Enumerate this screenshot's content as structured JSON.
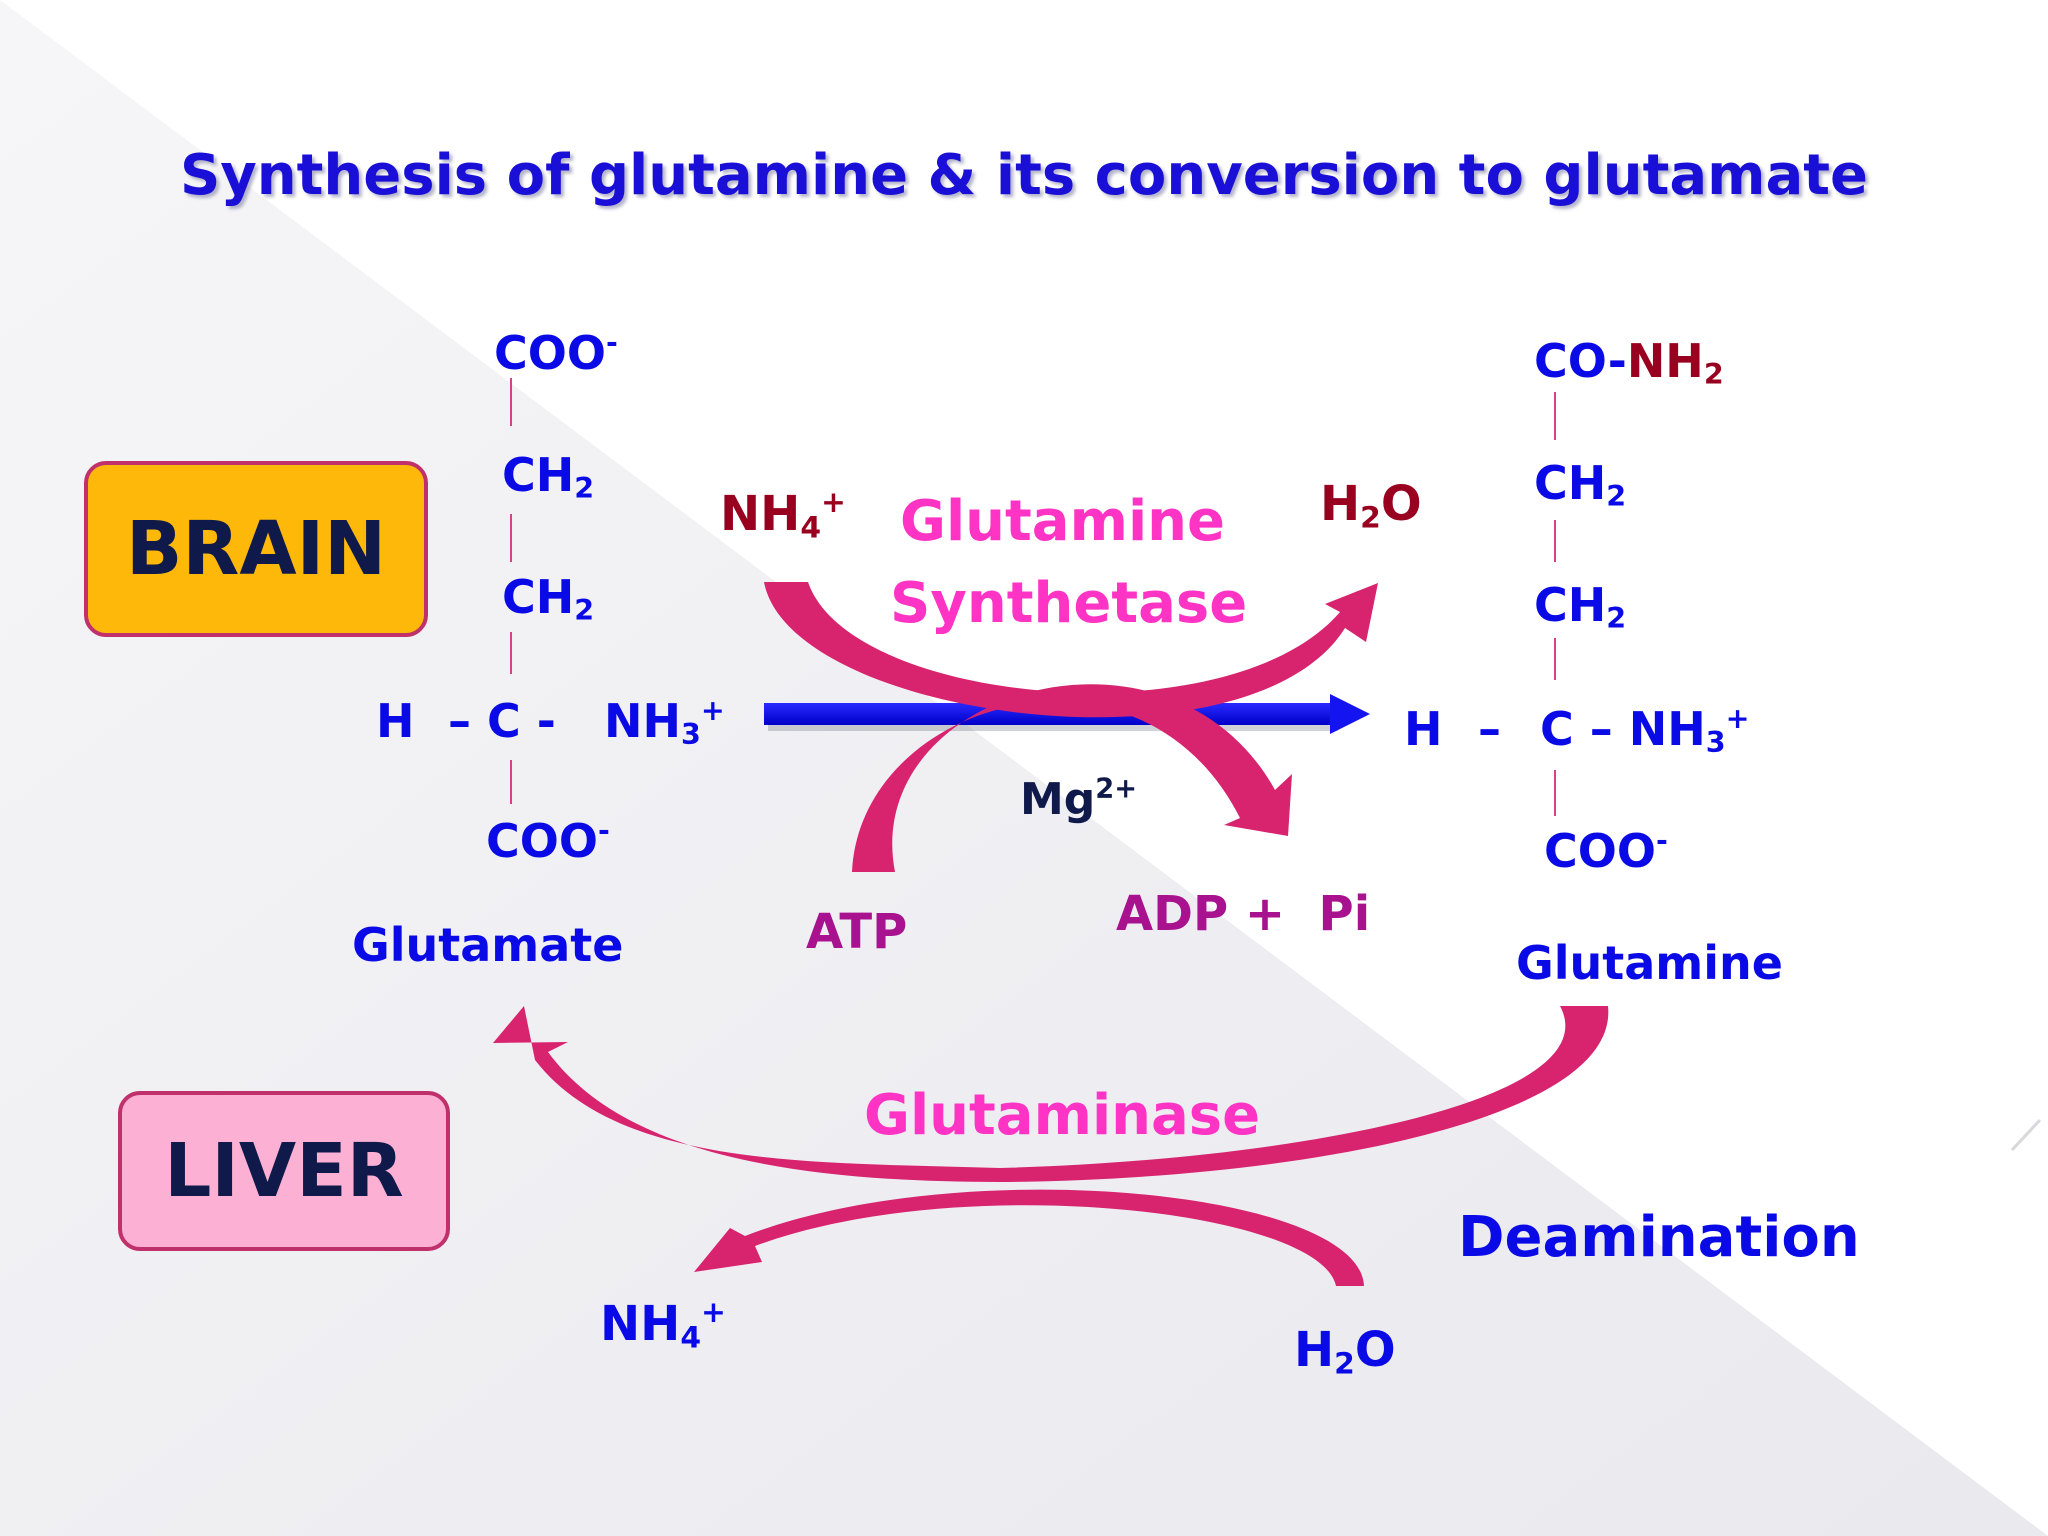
{
  "title": "Synthesis of glutamine & its conversion to glutamate",
  "colors": {
    "title": "#1a0fd6",
    "structure_text": "#0a0ae6",
    "highlight_red": "#99001f",
    "enzyme_pink": "#ff33c4",
    "cofactor_purple": "#a8128f",
    "curved_arrow": "#d8246e",
    "main_arrow": "#1414f0",
    "brain_box": "#fdb80a",
    "liver_box": "#fbb0d4"
  },
  "organs": {
    "brain": "BRAIN",
    "liver": "LIVER"
  },
  "glutamate": {
    "top": "COO",
    "top_charge": "-",
    "ch2_a": "CH",
    "ch2_a_sub": "2",
    "ch2_b": "CH",
    "ch2_b_sub": "2",
    "alpha_h": "H",
    "alpha_c": "– C -",
    "alpha_nh": "NH",
    "alpha_sub": "3",
    "alpha_charge": "+",
    "bottom": "COO",
    "bottom_charge": "-",
    "name": "Glutamate"
  },
  "glutamine": {
    "top_co": "CO-",
    "top_nh": "NH",
    "top_sub": "2",
    "ch2_a": "CH",
    "ch2_a_sub": "2",
    "ch2_b": "CH",
    "ch2_b_sub": "2",
    "alpha_h": "H",
    "alpha_dash": "–",
    "alpha_c": "C – NH",
    "alpha_sub": "3",
    "alpha_charge": "+",
    "bottom": "COO",
    "bottom_charge": "-",
    "name": "Glutamine"
  },
  "synthesis": {
    "nh4": "NH",
    "nh4_sub": "4",
    "nh4_charge": "+",
    "enzyme_line1": "Glutamine",
    "enzyme_line2": "Synthetase",
    "h2o": "H",
    "h2o_sub": "2",
    "h2o_o": "O",
    "mg": "Mg",
    "mg_charge": "2+",
    "atp": "ATP",
    "adp_pi": "ADP +  Pi"
  },
  "hydrolysis": {
    "enzyme": "Glutaminase",
    "process": "Deamination",
    "nh4": "NH",
    "nh4_sub": "4",
    "nh4_charge": "+",
    "h2o": "H",
    "h2o_sub": "2",
    "h2o_o": "O"
  }
}
